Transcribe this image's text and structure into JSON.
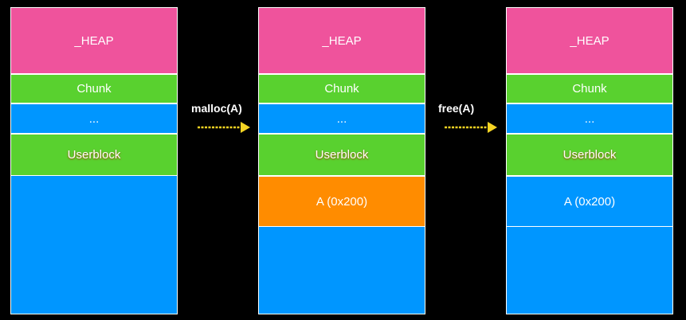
{
  "columns": [
    {
      "heap_label": "_HEAP",
      "chunk_label": "Chunk",
      "dots_label": "...",
      "userblock_label": "Userblock"
    },
    {
      "heap_label": "_HEAP",
      "chunk_label": "Chunk",
      "dots_label": "...",
      "userblock_label": "Userblock",
      "alloc_label": "A (0x200)"
    },
    {
      "heap_label": "_HEAP",
      "chunk_label": "Chunk",
      "dots_label": "...",
      "userblock_label": "Userblock",
      "alloc_label": "A (0x200)"
    }
  ],
  "arrows": [
    {
      "label": "malloc(A)"
    },
    {
      "label": "free(A)"
    }
  ],
  "colors": {
    "background": "#000000",
    "heap": "#ef539c",
    "chunk": "#59d12f",
    "memory": "#0096ff",
    "allocated": "#ff8c00",
    "arrow": "#f5d423"
  }
}
